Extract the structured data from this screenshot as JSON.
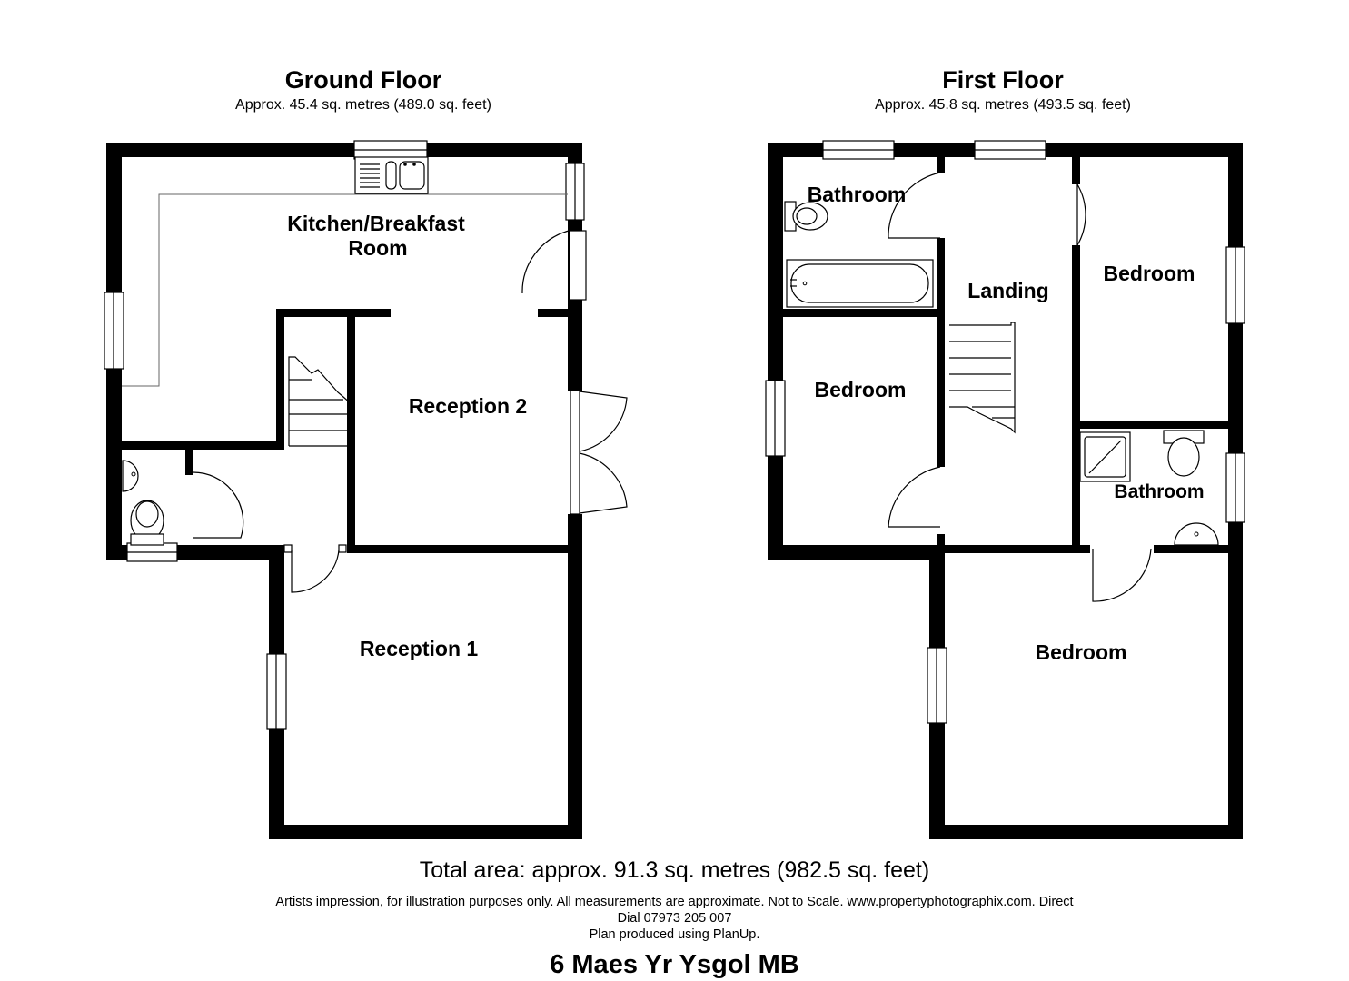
{
  "ground_floor": {
    "title": "Ground Floor",
    "area": "Approx. 45.4 sq. metres (489.0 sq. feet)",
    "rooms": {
      "kitchen_line1": "Kitchen/Breakfast",
      "kitchen_line2": "Room",
      "reception2": "Reception 2",
      "reception1": "Reception 1"
    }
  },
  "first_floor": {
    "title": "First Floor",
    "area": "Approx. 45.8 sq. metres (493.5 sq. feet)",
    "rooms": {
      "bathroom_main": "Bathroom",
      "landing": "Landing",
      "bedroom_right": "Bedroom",
      "bedroom_left": "Bedroom",
      "bathroom_ensuite": "Bathroom",
      "bedroom_main": "Bedroom"
    }
  },
  "footer": {
    "total_area": "Total area: approx. 91.3 sq. metres (982.5 sq. feet)",
    "disclaimer_line1": "Artists impression, for illustration purposes only. All measurements are approximate. Not to Scale. www.propertyphotographix.com. Direct",
    "disclaimer_line2": "Dial 07973 205 007",
    "disclaimer_line3": "Plan produced using PlanUp.",
    "address": "6 Maes Yr Ysgol MB"
  }
}
